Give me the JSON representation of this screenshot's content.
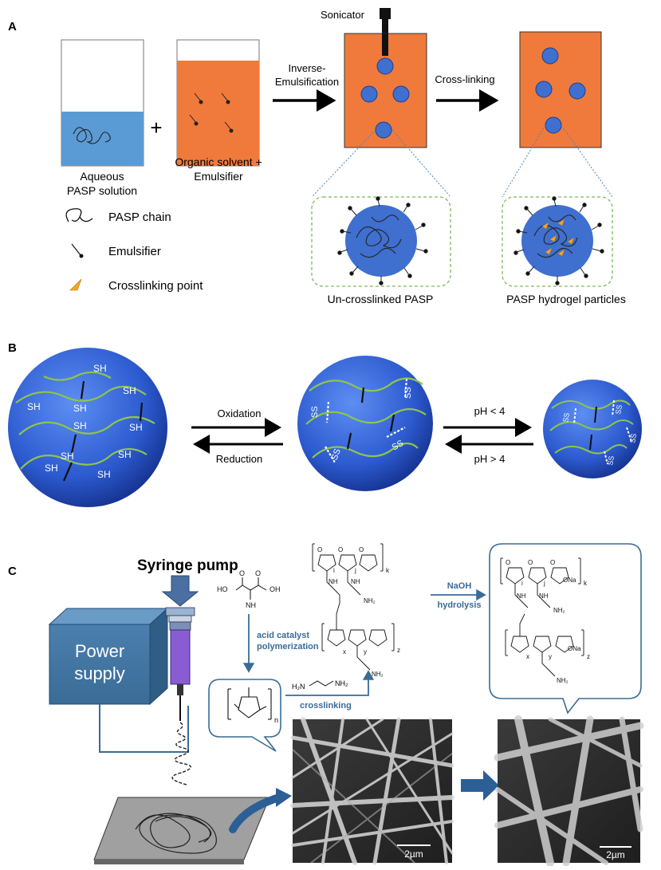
{
  "panel_a": {
    "label": "A",
    "sonicator": "Sonicator",
    "beaker1_label": [
      "Aqueous",
      "PASP solution"
    ],
    "plus": "+",
    "beaker2_label": [
      "Organic solvent +",
      "Emulsifier"
    ],
    "step1": [
      "Inverse-",
      "Emulsification"
    ],
    "step2": "Cross-linking",
    "legend": [
      "PASP chain",
      "Emulsifier",
      "Crosslinking point"
    ],
    "inset1_caption": "Un-crosslinked PASP",
    "inset2_caption": "PASP hydrogel particles"
  },
  "panel_b": {
    "label": "B",
    "group_sh": "SH",
    "group_ss": "SS",
    "arrow1_top": "Oxidation",
    "arrow1_bottom": "Reduction",
    "arrow2_top": "pH < 4",
    "arrow2_bottom": "pH > 4"
  },
  "panel_c": {
    "label": "C",
    "syringe_pump": "Syringe pump",
    "power_supply": [
      "Power",
      "supply"
    ],
    "step_polymerization": [
      "acid catalyst",
      "polymerization"
    ],
    "step_crosslinking": "crosslinking",
    "step_hydrolysis_reagent": "NaOH",
    "step_hydrolysis": "hydrolysis",
    "scale_bar_1": "2µm",
    "scale_bar_2": "2µm"
  },
  "colors": {
    "orange": "#f07a3c",
    "aqueous_blue": "#5b9bd5",
    "droplet_blue": "#3f6fcf",
    "sphere_blue": "#2f5fd0",
    "chain_green": "#8fc54a",
    "steel_blue": "#3a6c96",
    "inset_border": "#7cbb5a"
  }
}
